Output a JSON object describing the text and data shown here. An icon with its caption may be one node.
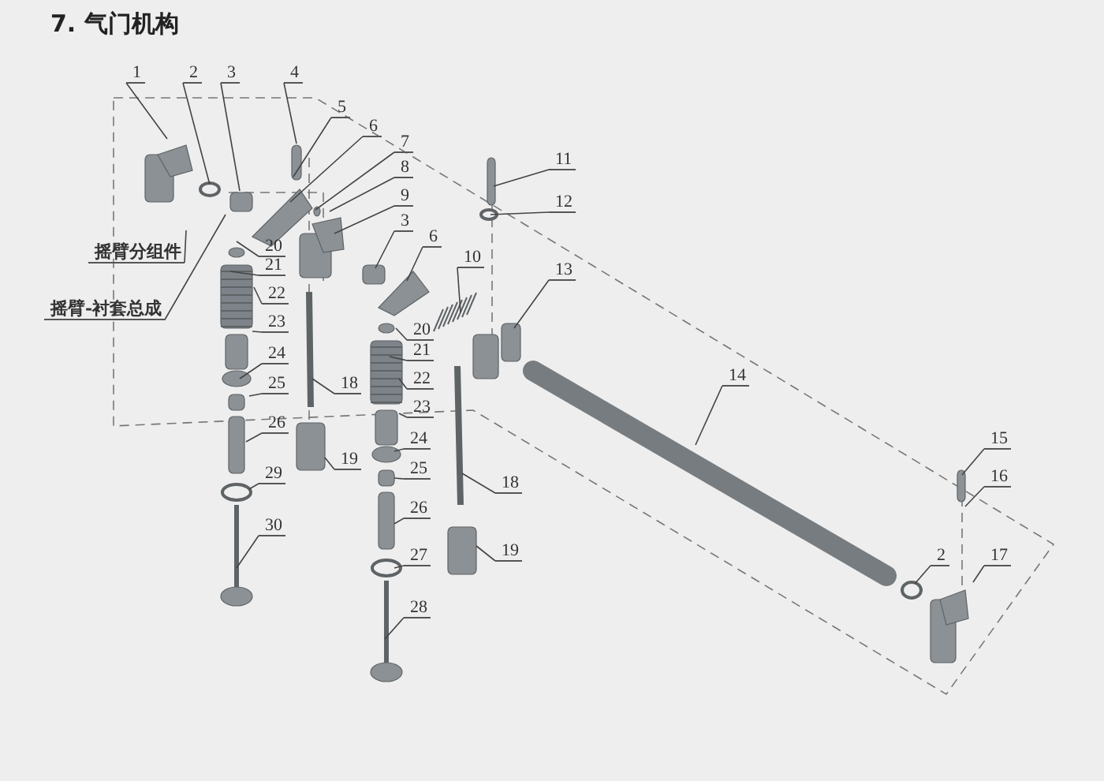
{
  "diagram": {
    "title": "7. 气门机构",
    "nodes": [
      {
        "text": [
          "1"
        ]
      },
      {
        "text": [
          "2"
        ]
      },
      {
        "text": [
          "3"
        ]
      },
      {
        "text": [
          "4"
        ]
      },
      {
        "text": [
          "5"
        ]
      },
      {
        "text": [
          "6"
        ]
      },
      {
        "text": [
          "7"
        ]
      },
      {
        "text": [
          "8"
        ]
      },
      {
        "text": [
          "9"
        ]
      },
      {
        "text": [
          "3"
        ]
      },
      {
        "text": [
          "摇臂分组件"
        ]
      },
      {
        "text": [
          "摇臂-衬套总成"
        ]
      },
      {
        "text": [
          "20"
        ]
      },
      {
        "text": [
          "21"
        ]
      },
      {
        "text": [
          "22"
        ]
      },
      {
        "text": [
          "23"
        ]
      },
      {
        "text": [
          "24"
        ]
      },
      {
        "text": [
          "25"
        ]
      },
      {
        "text": [
          "26"
        ]
      },
      {
        "text": [
          "29"
        ]
      },
      {
        "text": [
          "30"
        ]
      },
      {
        "text": [
          "18"
        ]
      },
      {
        "text": [
          "19"
        ]
      },
      {
        "text": [
          "6"
        ]
      },
      {
        "text": [
          "10"
        ]
      },
      {
        "text": [
          "11"
        ]
      },
      {
        "text": [
          "12"
        ]
      },
      {
        "text": [
          "13"
        ]
      },
      {
        "text": [
          "20"
        ]
      },
      {
        "text": [
          "21"
        ]
      },
      {
        "text": [
          "22"
        ]
      },
      {
        "text": [
          "23"
        ]
      },
      {
        "text": [
          "24"
        ]
      },
      {
        "text": [
          "25"
        ]
      },
      {
        "text": [
          "26"
        ]
      },
      {
        "text": [
          "27"
        ]
      },
      {
        "text": [
          "28"
        ]
      },
      {
        "text": [
          "18"
        ]
      },
      {
        "text": [
          "19"
        ]
      },
      {
        "text": [
          "14"
        ]
      },
      {
        "text": [
          "15"
        ]
      },
      {
        "text": [
          "16"
        ]
      },
      {
        "text": [
          "2"
        ]
      },
      {
        "text": [
          "17"
        ]
      }
    ],
    "edges": [
      {
        "from": 0,
        "to": null,
        "arrow": "none"
      },
      {
        "from": 1,
        "to": null,
        "arrow": "none"
      },
      {
        "from": 2,
        "to": null,
        "arrow": "none"
      },
      {
        "from": 3,
        "to": null,
        "arrow": "none"
      },
      {
        "from": 4,
        "to": null,
        "arrow": "none"
      },
      {
        "from": 5,
        "to": null,
        "arrow": "none"
      },
      {
        "from": 6,
        "to": null,
        "arrow": "none"
      },
      {
        "from": 7,
        "to": null,
        "arrow": "none"
      },
      {
        "from": 8,
        "to": null,
        "arrow": "none"
      },
      {
        "from": 9,
        "to": null,
        "arrow": "none"
      },
      {
        "from": 10,
        "to": null,
        "arrow": "none"
      },
      {
        "from": 11,
        "to": null,
        "arrow": "none"
      },
      {
        "from": 12,
        "to": null,
        "arrow": "none"
      },
      {
        "from": 13,
        "to": null,
        "arrow": "none"
      },
      {
        "from": 14,
        "to": null,
        "arrow": "none"
      },
      {
        "from": 15,
        "to": null,
        "arrow": "none"
      },
      {
        "from": 16,
        "to": null,
        "arrow": "none"
      },
      {
        "from": 17,
        "to": null,
        "arrow": "none"
      },
      {
        "from": 18,
        "to": null,
        "arrow": "none"
      },
      {
        "from": 19,
        "to": null,
        "arrow": "none"
      },
      {
        "from": 20,
        "to": null,
        "arrow": "none"
      },
      {
        "from": 21,
        "to": null,
        "arrow": "none"
      },
      {
        "from": 22,
        "to": null,
        "arrow": "none"
      },
      {
        "from": 23,
        "to": null,
        "arrow": "none"
      },
      {
        "from": 24,
        "to": null,
        "arrow": "none"
      },
      {
        "from": 25,
        "to": null,
        "arrow": "none"
      },
      {
        "from": 26,
        "to": null,
        "arrow": "none"
      },
      {
        "from": 27,
        "to": null,
        "arrow": "none"
      },
      {
        "from": 28,
        "to": null,
        "arrow": "none"
      },
      {
        "from": 29,
        "to": null,
        "arrow": "none"
      },
      {
        "from": 30,
        "to": null,
        "arrow": "none"
      },
      {
        "from": 31,
        "to": null,
        "arrow": "none"
      },
      {
        "from": 32,
        "to": null,
        "arrow": "none"
      },
      {
        "from": 33,
        "to": null,
        "arrow": "none"
      },
      {
        "from": 34,
        "to": null,
        "arrow": "none"
      },
      {
        "from": 35,
        "to": null,
        "arrow": "none"
      },
      {
        "from": 36,
        "to": null,
        "arrow": "none"
      },
      {
        "from": 37,
        "to": null,
        "arrow": "none"
      },
      {
        "from": 38,
        "to": null,
        "arrow": "none"
      },
      {
        "from": 39,
        "to": null,
        "arrow": "none"
      },
      {
        "from": 40,
        "to": null,
        "arrow": "none"
      },
      {
        "from": 41,
        "to": null,
        "arrow": "none"
      },
      {
        "from": 42,
        "to": null,
        "arrow": "none"
      },
      {
        "from": 43,
        "to": null,
        "arrow": "none"
      }
    ]
  }
}
